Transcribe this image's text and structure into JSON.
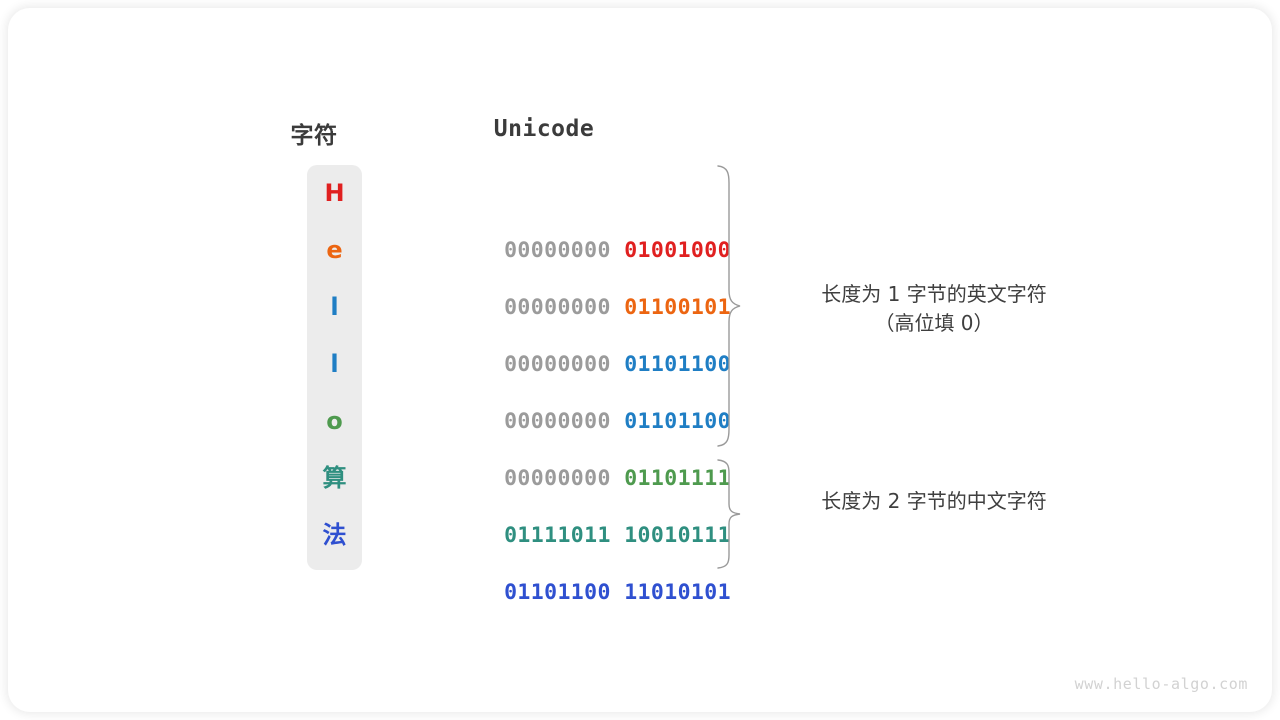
{
  "figure": {
    "headers": {
      "char_column": "字符",
      "unicode_column": "Unicode"
    },
    "rows": [
      {
        "char": "H",
        "char_color": "#e02020",
        "high_byte": "00000000",
        "low_byte": "01001000",
        "low_color": "#e02020"
      },
      {
        "char": "e",
        "char_color": "#ec6511",
        "high_byte": "00000000",
        "low_byte": "01100101",
        "low_color": "#ec6511"
      },
      {
        "char": "l",
        "char_color": "#1f7ec4",
        "high_byte": "00000000",
        "low_byte": "01101100",
        "low_color": "#1f7ec4"
      },
      {
        "char": "l",
        "char_color": "#1f7ec4",
        "high_byte": "00000000",
        "low_byte": "01101100",
        "low_color": "#1f7ec4"
      },
      {
        "char": "o",
        "char_color": "#4e9a4e",
        "high_byte": "00000000",
        "low_byte": "01101111",
        "low_color": "#4e9a4e"
      },
      {
        "char": "算",
        "char_color": "#2f8f80",
        "high_byte": "01111011",
        "low_byte": "10010111",
        "high_color": "#2f8f80",
        "low_color": "#2f8f80"
      },
      {
        "char": "法",
        "char_color": "#2f50d0",
        "high_byte": "01101100",
        "low_byte": "11010101",
        "high_color": "#2f50d0",
        "low_color": "#2f50d0"
      }
    ],
    "annotations": [
      {
        "text": "长度为 1 字节的英文字符\n（高位填 0）"
      },
      {
        "text": "长度为 2 字节的中文字符"
      }
    ],
    "watermark": "www.hello-algo.com",
    "colors": {
      "strip_background": "#ececec",
      "high_byte_gray": "#9b9b9b",
      "brace_stroke": "#9a9a9a",
      "header_text": "#3b3b3b",
      "annotation_text": "#3f3f3f",
      "watermark_text": "#d2d2d2",
      "card_background": "#ffffff"
    }
  }
}
